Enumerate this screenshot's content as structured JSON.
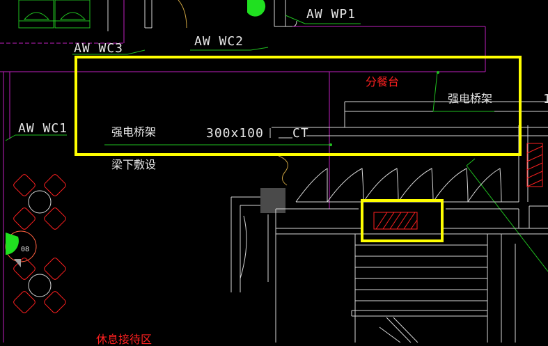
{
  "colors": {
    "background": "#000000",
    "highlight": "#ffff00",
    "line_white": "#d8d8d8",
    "line_magenta": "#c020c0",
    "line_green": "#20c020",
    "hatch_red": "#ff2020",
    "text_white": "#e6e6e6",
    "text_red": "#ff2020"
  },
  "labels": {
    "aw_wp1": "AW WP1",
    "aw_wc2": "AW WC2",
    "aw_wc3": "AW WC3",
    "aw_wc1": "AW WC1",
    "cable_tray_main": "强电桥架",
    "cable_tray_size": "300x100",
    "cable_tray_ct": "CT",
    "under_beam": "梁下敷设",
    "serving_station": "分餐台",
    "cable_tray_right": "强电桥架",
    "right_digit": "1",
    "tag_number": "08",
    "lounge": "休息接待区"
  },
  "icons": {
    "tag_marker": "section-tag-icon",
    "door_swing": "door-swing-icon",
    "table_chairs": "table-chairs-icon",
    "toilet_fixture": "fixture-icon"
  }
}
